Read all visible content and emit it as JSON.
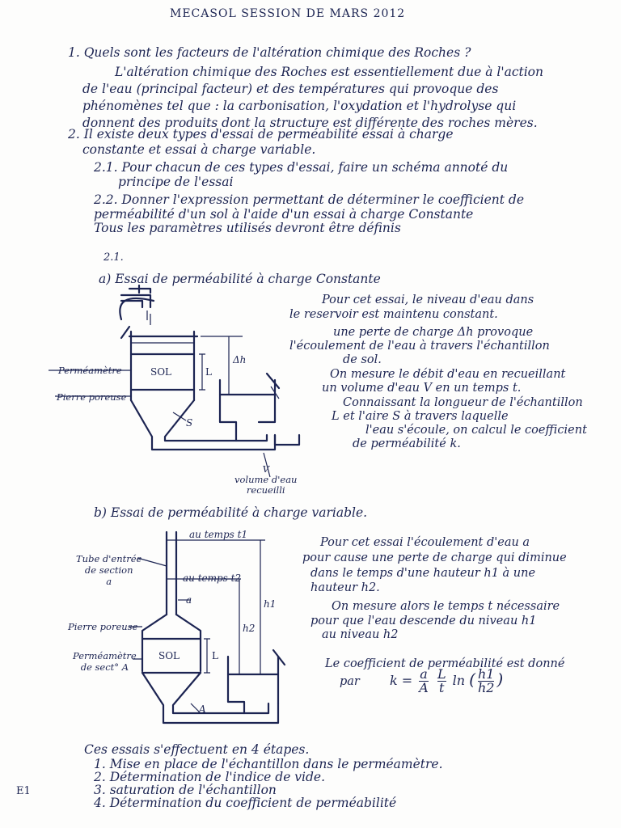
{
  "header": "MECASOL  SESSION  DE  MARS  2012",
  "q1": {
    "question": "1.  Quels sont les facteurs de l'altération chimique des Roches ?",
    "answer": [
      "L'altération chimique des Roches est essentiellement due à l'action",
      "de l'eau (principal facteur) et des températures qui provoque des",
      "phénomènes tel que : la carbonisation, l'oxydation et l'hydrolyse qui",
      "donnent des produits dont la structure est différente des roches mères."
    ]
  },
  "q2": {
    "intro": [
      "2.  Il existe deux types d'essai de perméabilité  essai à charge",
      "constante  et  essai  à  charge  variable."
    ],
    "q21": [
      "2.1. Pour chacun de ces types d'essai, faire un schéma annoté du",
      "principe de l'essai"
    ],
    "q22": [
      "2.2. Donner l'expression permettant de déterminer le coefficient de",
      "perméabilité d'un sol à l'aide d'un essai à charge Constante",
      "Tous les paramètres utilisés devront être définis"
    ],
    "section_label": "2.1."
  },
  "essai_a": {
    "title": "a)  Essai de perméabilité à charge Constante",
    "labels": {
      "permeametre": "Perméamètre",
      "pierre": "Pierre poreuse",
      "sol": "SOL",
      "L": "L",
      "dh": "Δh",
      "S": "S",
      "volume": "V\nvolume d'eau\nrecueilli"
    },
    "text": [
      "Pour cet essai, le niveau d'eau dans",
      "le reservoir est maintenu constant.",
      "une perte de charge Δh provoque",
      "l'écoulement de l'eau à travers l'échantillon",
      "de sol.",
      "On mesure le débit d'eau en recueillant",
      "un volume d'eau V en un temps t.",
      "Connaissant la longueur de l'échantillon",
      "L et l'aire S à travers laquelle",
      "l'eau s'écoule, on calcul le coefficient",
      "de perméabilité k."
    ]
  },
  "essai_b": {
    "title": "b)  Essai de perméabilité à charge variable.",
    "labels": {
      "t1": "au temps t1",
      "t2": "au temps t2",
      "tube": "Tube d'entrée\nde section\na",
      "a": "a",
      "pierre": "Pierre poreuse",
      "permeametre": "Perméamètre\nde sect° A",
      "sol": "SOL",
      "L": "L",
      "h1": "h1",
      "h2": "h2",
      "A": "A"
    },
    "text": [
      "Pour cet essai  l'écoulement d'eau a",
      "pour cause une perte de charge qui diminue",
      "dans le temps d'une hauteur h1 à une",
      "hauteur h2.",
      "On mesure alors le temps t nécessaire",
      "pour que l'eau descende du niveau h1",
      "au niveau h2",
      "Le coefficient de perméabilité est donné",
      "par"
    ],
    "formula": {
      "k": "k =",
      "a": "a",
      "A": "A",
      "L": "L",
      "t": "t",
      "ln": "ln",
      "h1": "h1",
      "h2": "h2"
    }
  },
  "steps": {
    "intro": "Ces essais  s'effectuent  en 4 étapes.",
    "items": [
      "1. Mise en place de l'échantillon dans le perméamètre.",
      "2. Détermination de l'indice de vide.",
      "3. saturation de l'échantillon",
      "4. Détermination du coefficient de perméabilité"
    ]
  },
  "page_label": "E1"
}
